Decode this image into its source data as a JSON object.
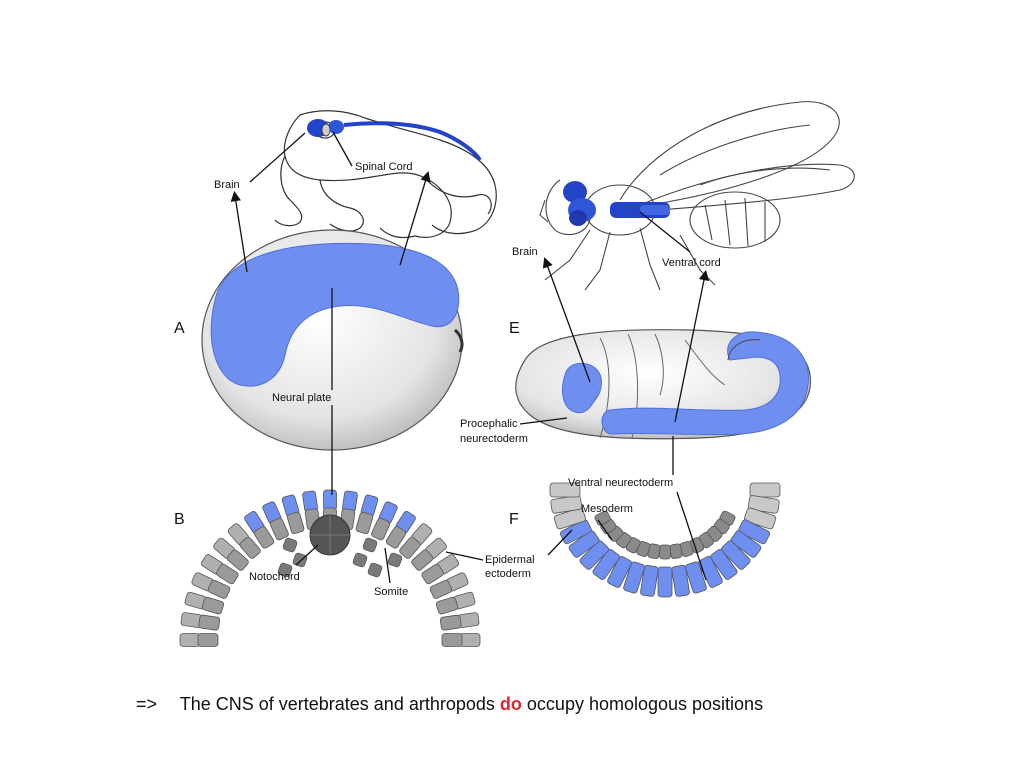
{
  "panels": {
    "a": "A",
    "b": "B",
    "e": "E",
    "f": "F"
  },
  "labels": {
    "frog_brain": "Brain",
    "spinal_cord": "Spinal Cord",
    "neural_plate": "Neural plate",
    "notochord": "Notochord",
    "somite": "Somite",
    "epidermal_ectoderm_1": "Epidermal",
    "epidermal_ectoderm_2": "ectoderm",
    "fly_brain": "Brain",
    "ventral_cord": "Ventral cord",
    "procephalic_1": "Procephalic",
    "procephalic_2": "neurectoderm",
    "ventral_neurectoderm": "Ventral neurectoderm",
    "mesoderm": "Mesoderm"
  },
  "caption": {
    "arrow": "=>",
    "before": "The CNS of vertebrates and arthropods",
    "emphasis": "do",
    "after": "occupy homologous positions"
  },
  "colors": {
    "neural_blue": "#6f8ff0",
    "dark_blue": "#2344c8",
    "cell_gray": "#9a9a9a",
    "embryo_gray": "#e6e6e6",
    "emphasis_red": "#e0262b"
  }
}
